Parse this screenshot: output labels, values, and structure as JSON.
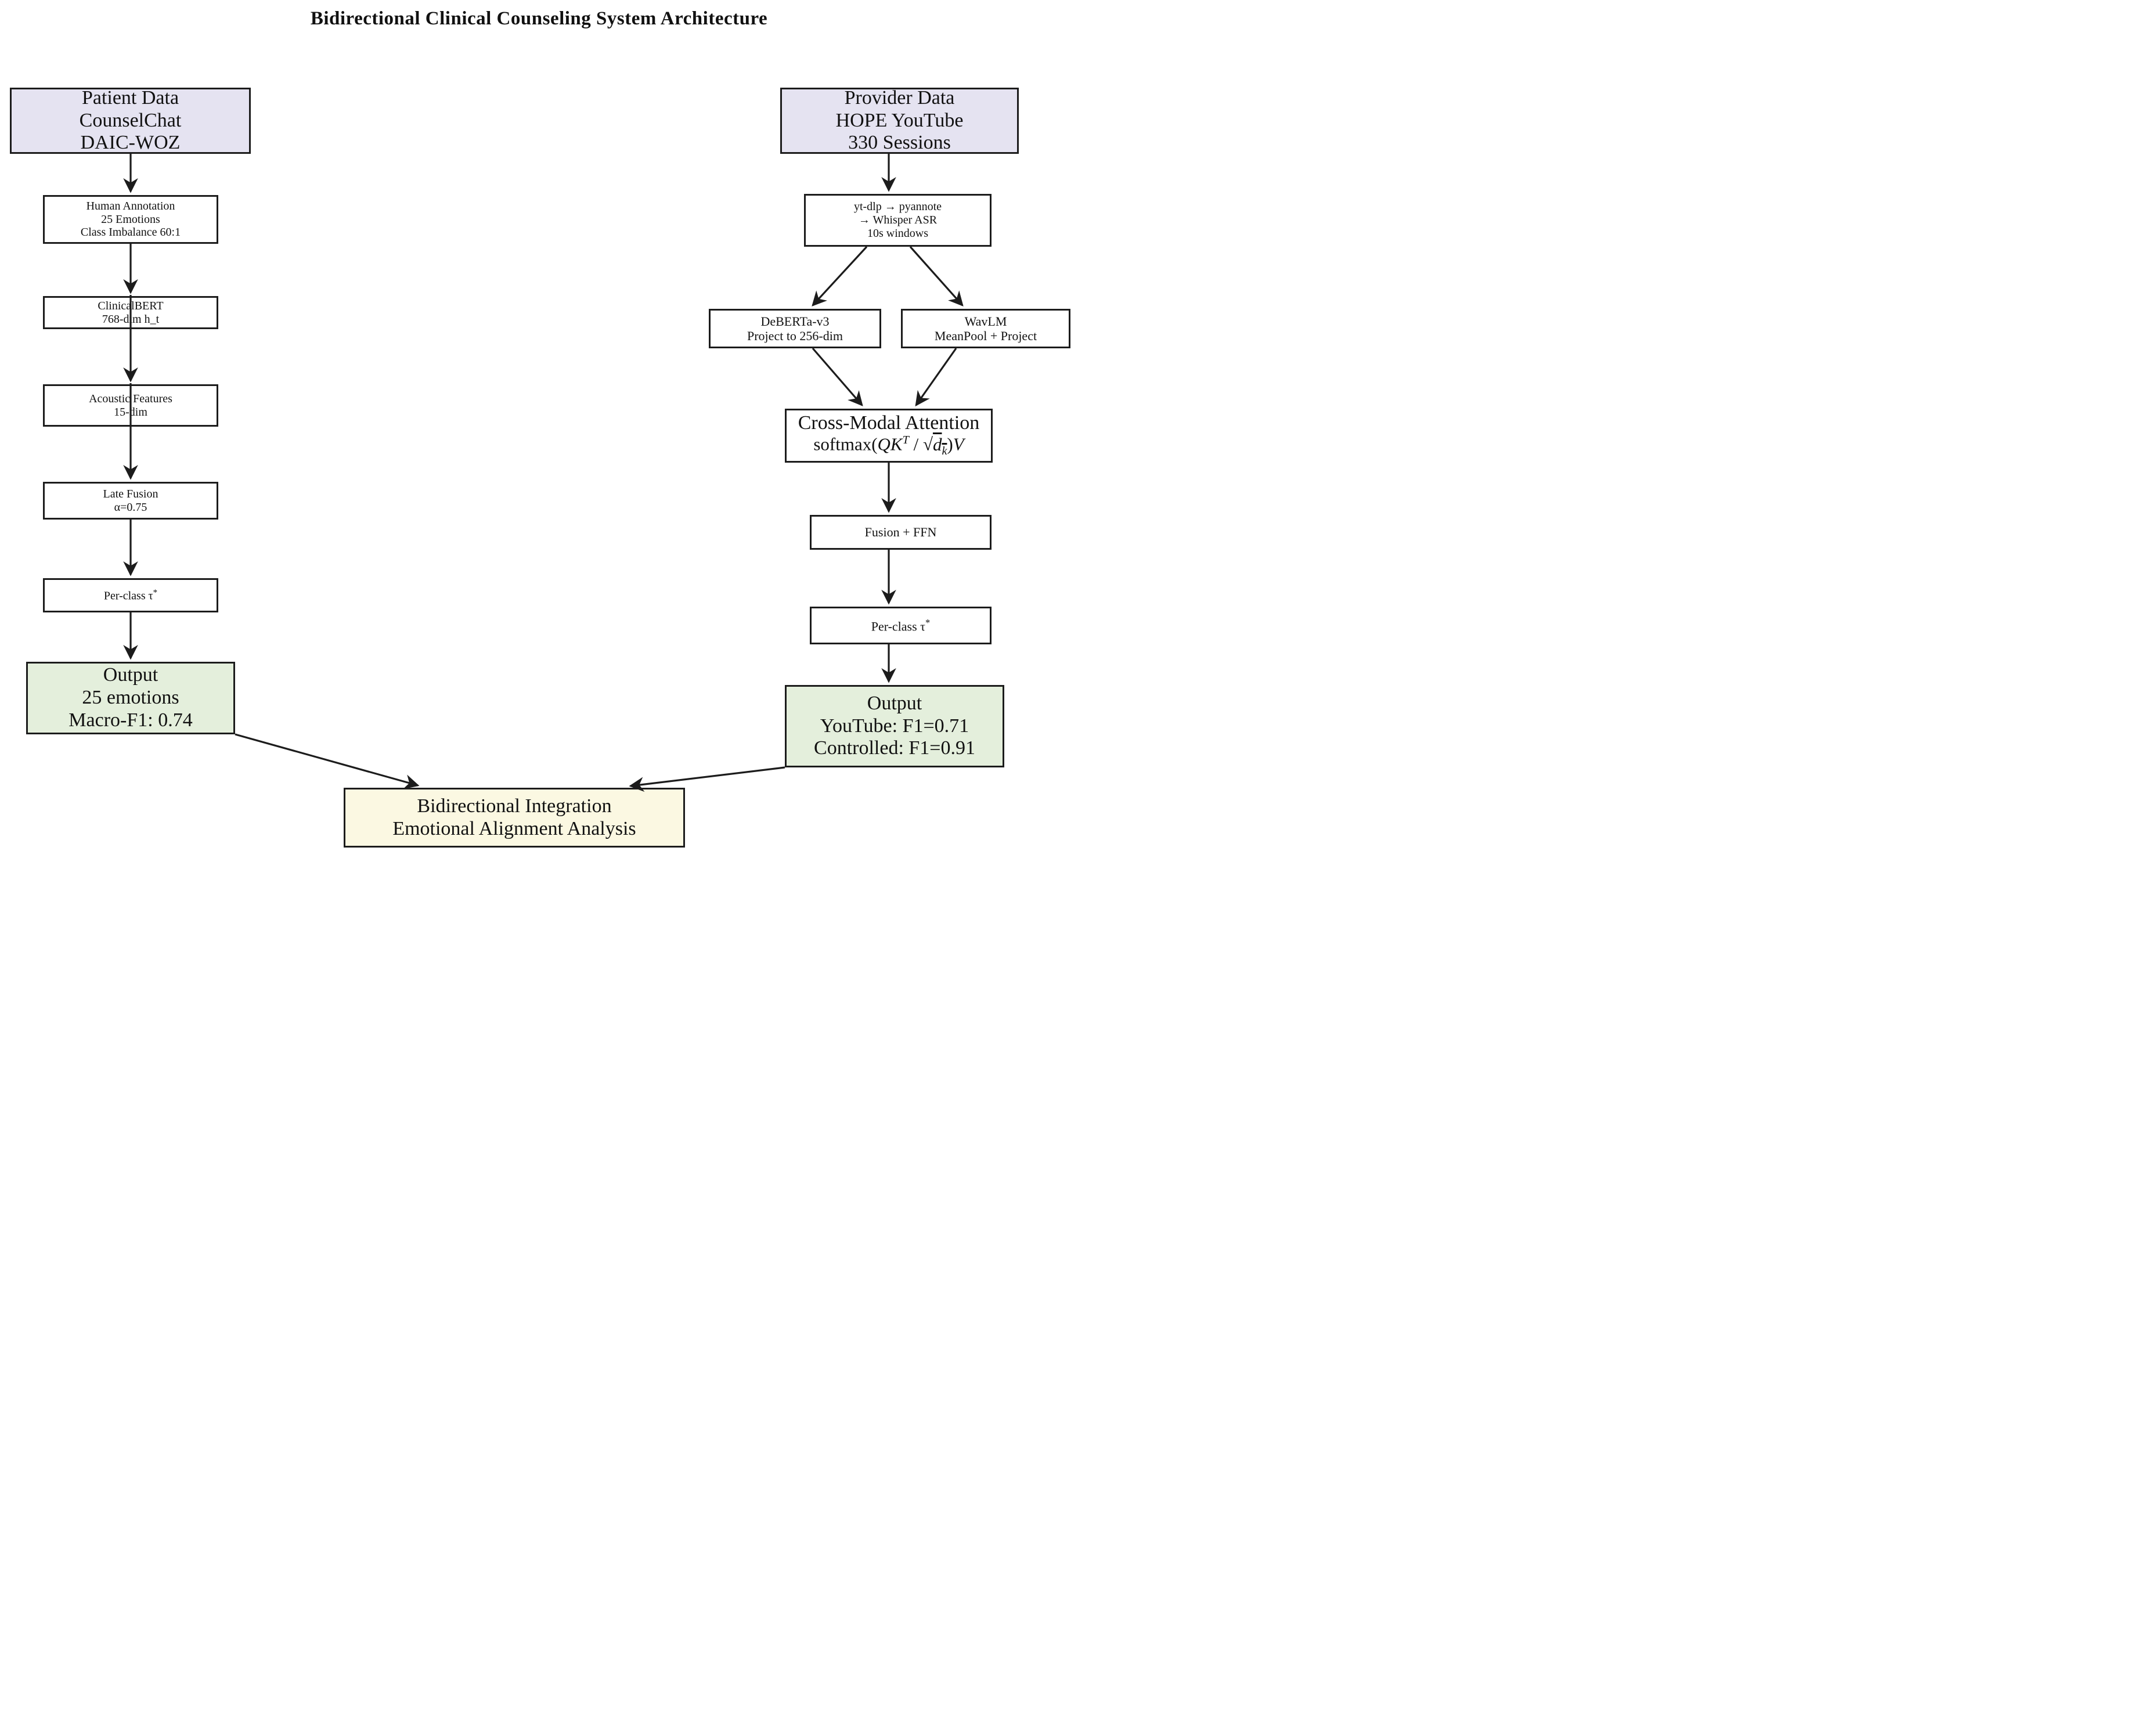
{
  "title": "Bidirectional Clinical Counseling System Architecture",
  "colors": {
    "lavender": "#e5e3f1",
    "green": "#e4efdc",
    "cream": "#fbf8e2",
    "line": "#1c1c1c"
  },
  "nodes": {
    "patient": {
      "lines": [
        "Patient Data",
        "CounselChat",
        "DAIC-WOZ"
      ]
    },
    "human_annotation": {
      "lines": [
        "Human Annotation",
        "25 Emotions",
        "Class Imbalance 60:1"
      ]
    },
    "clinicalbert": {
      "lines": [
        "ClinicalBERT",
        "768-dim h_t"
      ]
    },
    "acoustic": {
      "lines": [
        "Acoustic Features",
        "15-dim"
      ]
    },
    "late_fusion": {
      "lines": [
        "Late Fusion",
        "α=0.75"
      ]
    },
    "per_class_left": {
      "label": "Per-class τ",
      "sup": "*"
    },
    "output_left": {
      "lines": [
        "Output",
        "25 emotions",
        "Macro-F1:  0.74"
      ]
    },
    "provider": {
      "lines": [
        "Provider Data",
        "HOPE YouTube",
        "330 Sessions"
      ]
    },
    "pipeline": {
      "lines": [
        "yt-dlp → pyannote",
        "→ Whisper ASR",
        "10s windows"
      ]
    },
    "deberta": {
      "lines": [
        "DeBERTa-v3",
        "Project to 256-dim"
      ]
    },
    "wavlm": {
      "lines": [
        "WavLM",
        "MeanPool + Project"
      ]
    },
    "cross_modal": {
      "title": "Cross-Modal Attention",
      "formula": {
        "fn": "softmax(",
        "q": "QK",
        "q_sup": "T",
        "slash": " / ",
        "radical": "√",
        "d": "d",
        "d_sub": "k",
        "close": ")",
        "v": "V"
      }
    },
    "fusion_ffn": {
      "lines": [
        "Fusion + FFN"
      ]
    },
    "per_class_right": {
      "label": "Per-class τ",
      "sup": "*"
    },
    "output_right": {
      "lines": [
        "Output",
        "YouTube:  F1=0.71",
        "Controlled:  F1=0.91"
      ]
    },
    "integration": {
      "lines": [
        "Bidirectional Integration",
        "Emotional Alignment Analysis"
      ]
    }
  }
}
